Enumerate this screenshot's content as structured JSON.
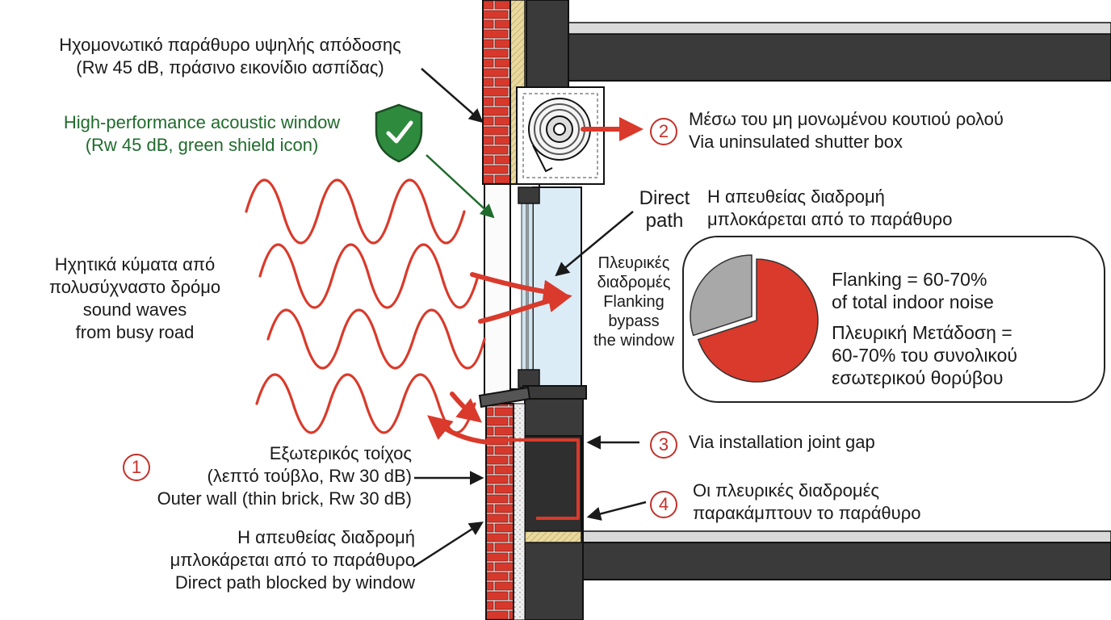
{
  "labels": {
    "window_gr_1": "Ηχομονωτικό παράθυρο υψηλής απόδοσης",
    "window_gr_2": "(Rw 45 dB, πράσινο εικονίδιο ασπίδας)",
    "window_en_1": "High-performance acoustic window",
    "window_en_2": "(Rw 45 dB, green shield icon)",
    "waves_gr_1": "Ηχητικά κύματα από",
    "waves_gr_2": "πολυσύχναστο δρόμο",
    "waves_en_1": "sound waves",
    "waves_en_2": "from busy road",
    "shutter_gr": "Μέσω του μη μονωμένου κουτιού ρολού",
    "shutter_en": "Via uninsulated shutter box",
    "direct_en_1": "Direct",
    "direct_en_2": "path",
    "direct_gr_1": "Η απευθείας διαδρομή",
    "direct_gr_2": "μπλοκάρεται από το παράθυρο",
    "flank_gr_1": "Πλευρικές",
    "flank_gr_2": "διαδρομές",
    "flank_en_1": "Flanking",
    "flank_en_2": "bypass",
    "flank_en_3": "the window",
    "pie_en_1": "Flanking = 60-70%",
    "pie_en_2": "of total indoor noise",
    "pie_gr_1": "Πλευρική Μετάδοση =",
    "pie_gr_2": "60-70% του συνολικού",
    "pie_gr_3": "εσωτερικού θορύβου",
    "joint_en": "Via installation joint gap",
    "outer_gr_1": "Εξωτερικός τοίχος",
    "outer_gr_2": "(λεπτό τούβλο, Rw 30 dB)",
    "outer_en": "Outer wall (thin brick, Rw 30 dB)",
    "bypass_gr_1": "Οι πλευρικές διαδρομές",
    "bypass_gr_2": "παρακάμπτουν το παράθυρο",
    "blocked_gr_1": "Η απευθείας διαδρομή",
    "blocked_gr_2": "μπλοκάρεται από το παράθυρο",
    "blocked_en": "Direct path blocked by window"
  },
  "badges": {
    "b1": "1",
    "b2": "2",
    "b3": "3",
    "b4": "4"
  },
  "pie": {
    "flanking_fraction": 0.7,
    "colors": {
      "flanking": "#d93a2b",
      "rest": "#a8a8a8"
    }
  },
  "colors": {
    "brick": "#d6392c",
    "mortar": "#f2f2f2",
    "concrete": "#3a3a3a",
    "insulation": "#e9d9a0",
    "glass": "#dcecf7",
    "wave": "#d93a2b",
    "green": "#1f6b2c",
    "shield": "#2e8b3e"
  },
  "icons": {
    "shield": "shield-check-icon",
    "shutter": "shutter-roll-icon"
  }
}
